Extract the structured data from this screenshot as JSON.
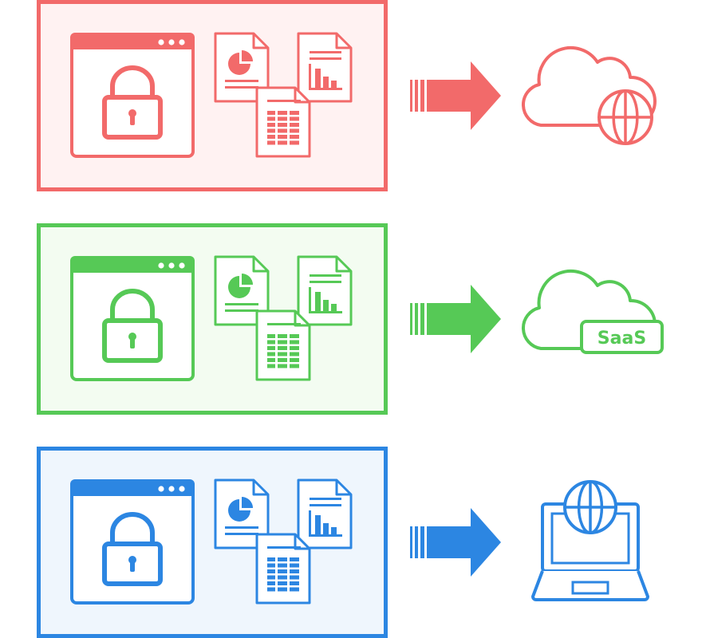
{
  "rows": [
    {
      "id": "public-cloud",
      "color": "#F26A6A",
      "fill": "#FFF2F2",
      "destination_icon": "cloud-globe-icon",
      "badge": ""
    },
    {
      "id": "saas",
      "color": "#56C956",
      "fill": "#F3FCF1",
      "destination_icon": "cloud-saas-icon",
      "badge": "SaaS"
    },
    {
      "id": "internet",
      "color": "#2C86E2",
      "fill": "#EFF6FD",
      "destination_icon": "laptop-globe-icon",
      "badge": ""
    }
  ]
}
